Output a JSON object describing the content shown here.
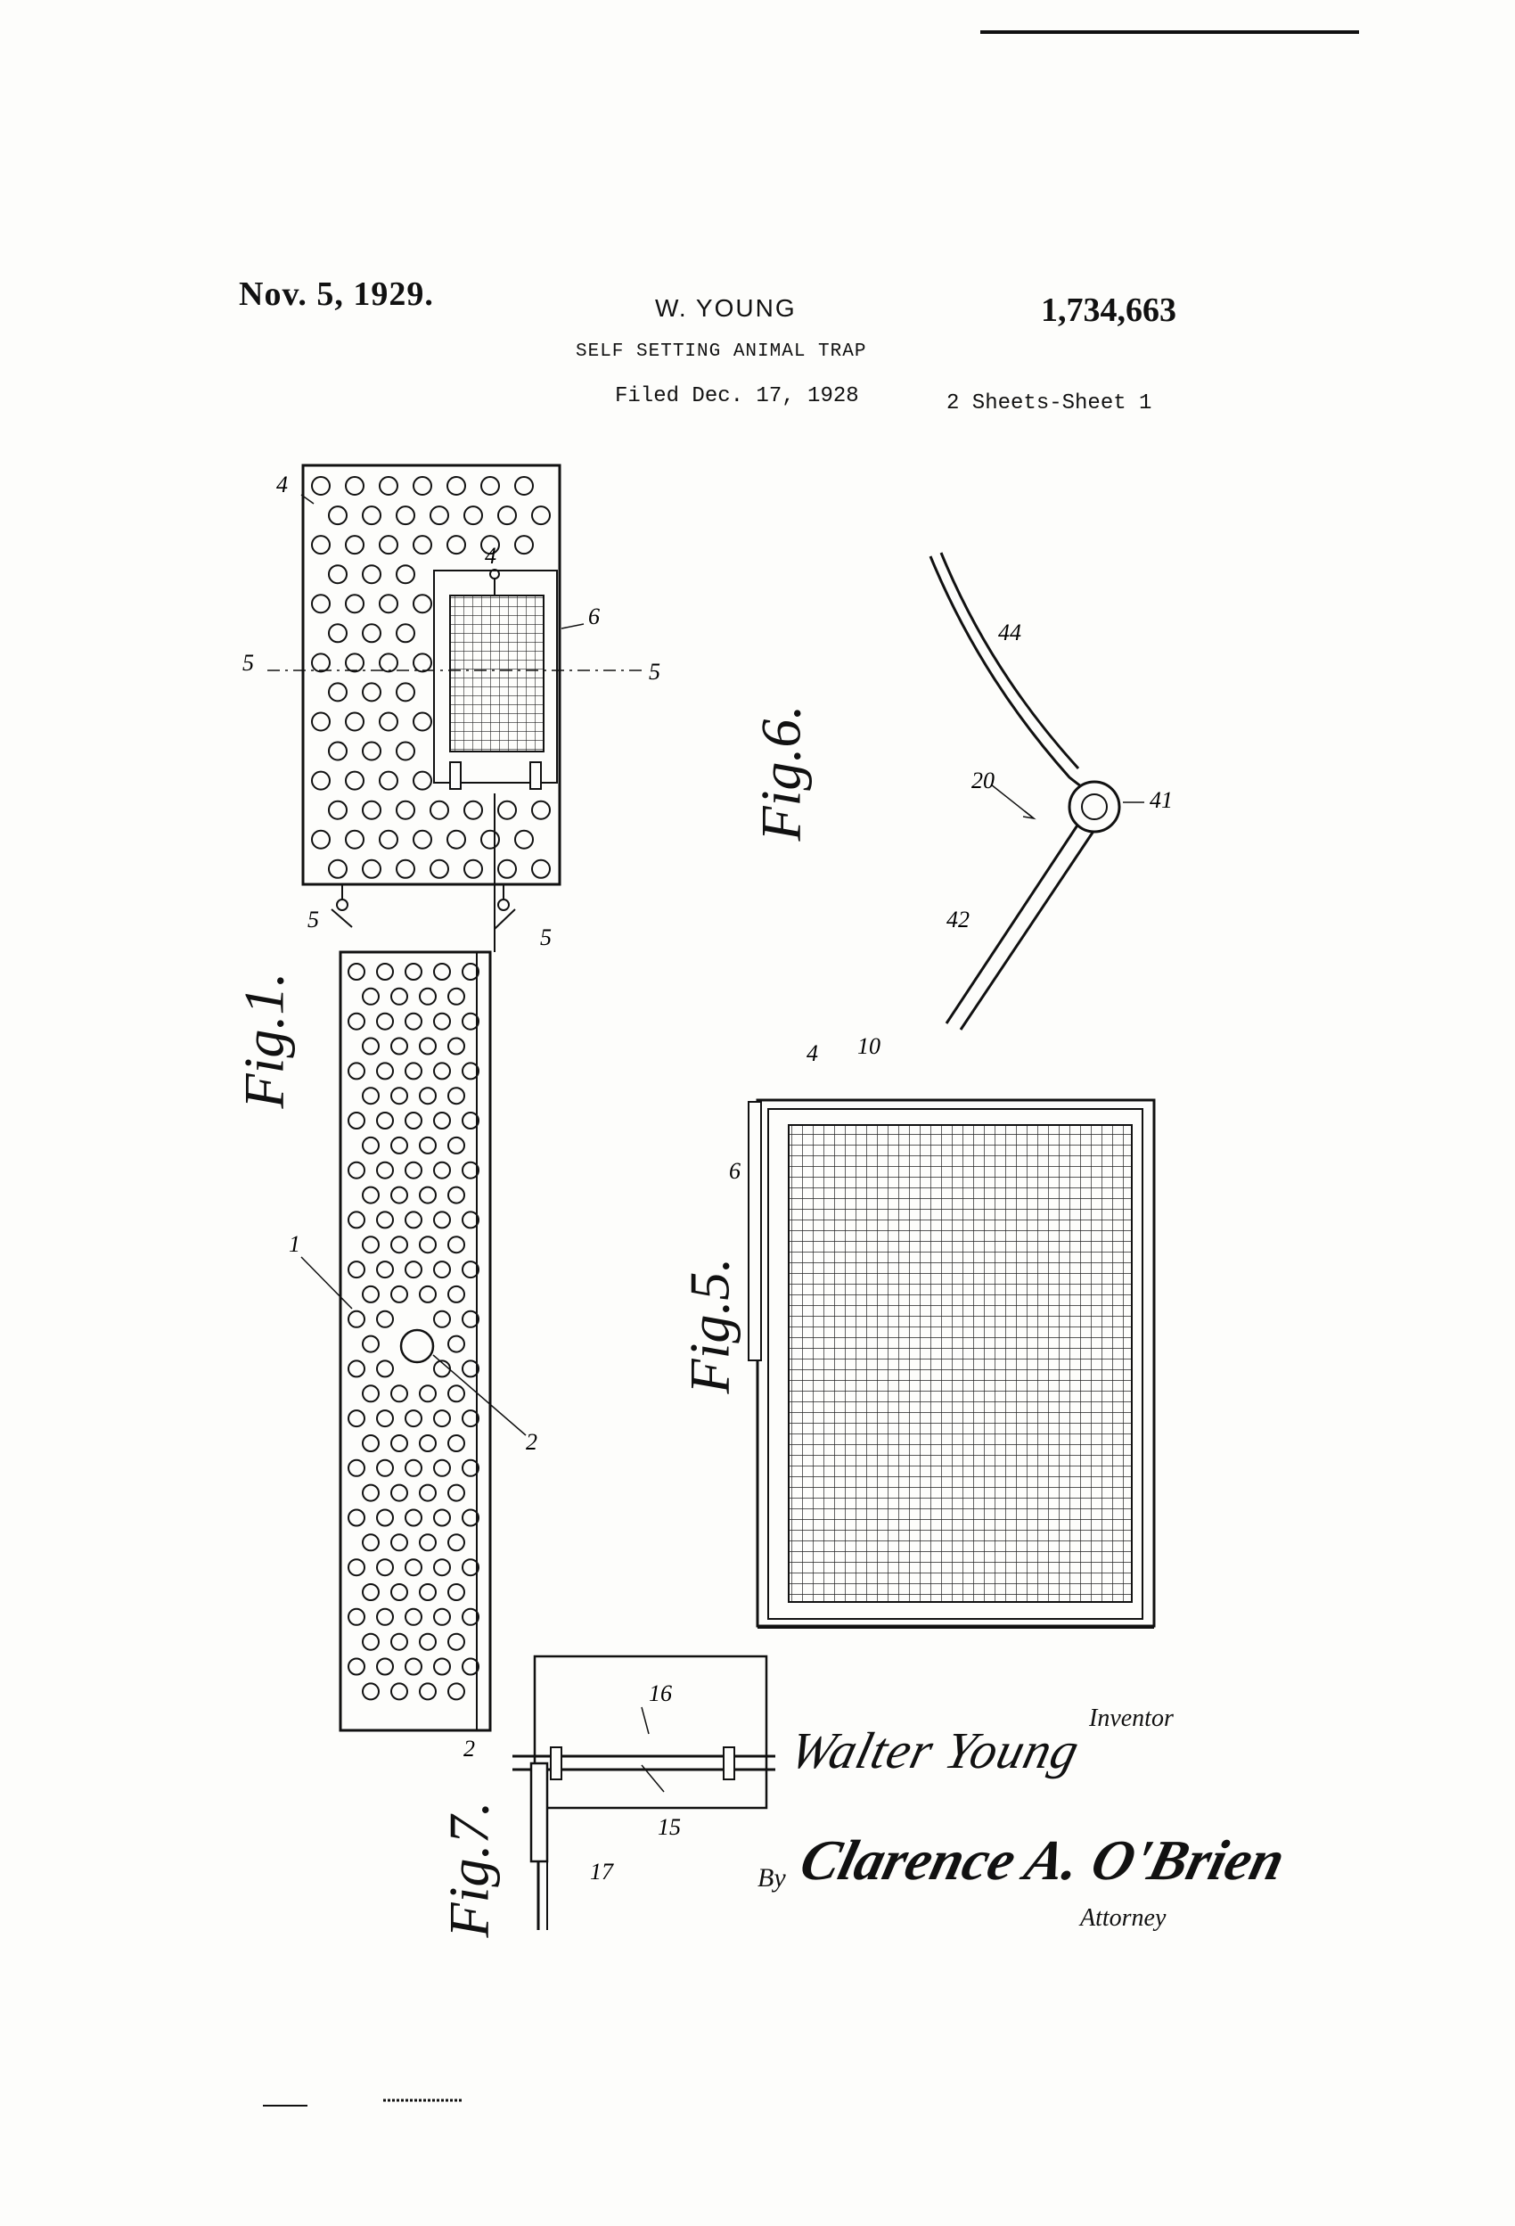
{
  "header": {
    "date": "Nov. 5, 1929.",
    "inventor_name": "W. YOUNG",
    "patent_number": "1,734,663",
    "title": "SELF SETTING ANIMAL TRAP",
    "filed": "Filed Dec. 17, 1928",
    "sheets": "2 Sheets-Sheet  1"
  },
  "figures": {
    "fig1": "Fig.1.",
    "fig5": "Fig.5.",
    "fig6": "Fig.6.",
    "fig7": "Fig.7."
  },
  "reference_numerals": {
    "n1": "1",
    "n2": "2",
    "n2b": "2",
    "n4": "4",
    "n4b": "4",
    "n4c": "4",
    "n5a": "5",
    "n5b": "5",
    "n5c": "5",
    "n5d": "5",
    "n6": "6",
    "n6b": "6",
    "n10": "10",
    "n15": "15",
    "n16": "16",
    "n17": "17",
    "n20": "20",
    "n41": "41",
    "n42": "42",
    "n44": "44"
  },
  "signatures": {
    "inventor_label": "Inventor",
    "inventor_signature": "Walter Young",
    "by_label": "By",
    "attorney_signature": "Clarence A. O'Brien",
    "attorney_label": "Attorney"
  }
}
